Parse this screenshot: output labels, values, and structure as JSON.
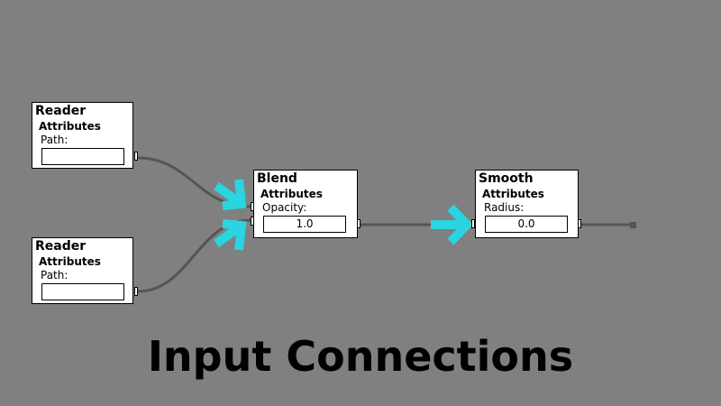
{
  "nodes": [
    {
      "title": "Reader",
      "section": "Attributes",
      "label": "Path:",
      "value": ""
    },
    {
      "title": "Reader",
      "section": "Attributes",
      "label": "Path:",
      "value": ""
    },
    {
      "title": "Blend",
      "section": "Attributes",
      "label": "Opacity:",
      "value": "1.0"
    },
    {
      "title": "Smooth",
      "section": "Attributes",
      "label": "Radius:",
      "value": "0.0"
    }
  ],
  "caption": "Input Connections",
  "colors": {
    "background": "#808080",
    "wire": "#555555",
    "highlight": "#2ad4e0"
  }
}
